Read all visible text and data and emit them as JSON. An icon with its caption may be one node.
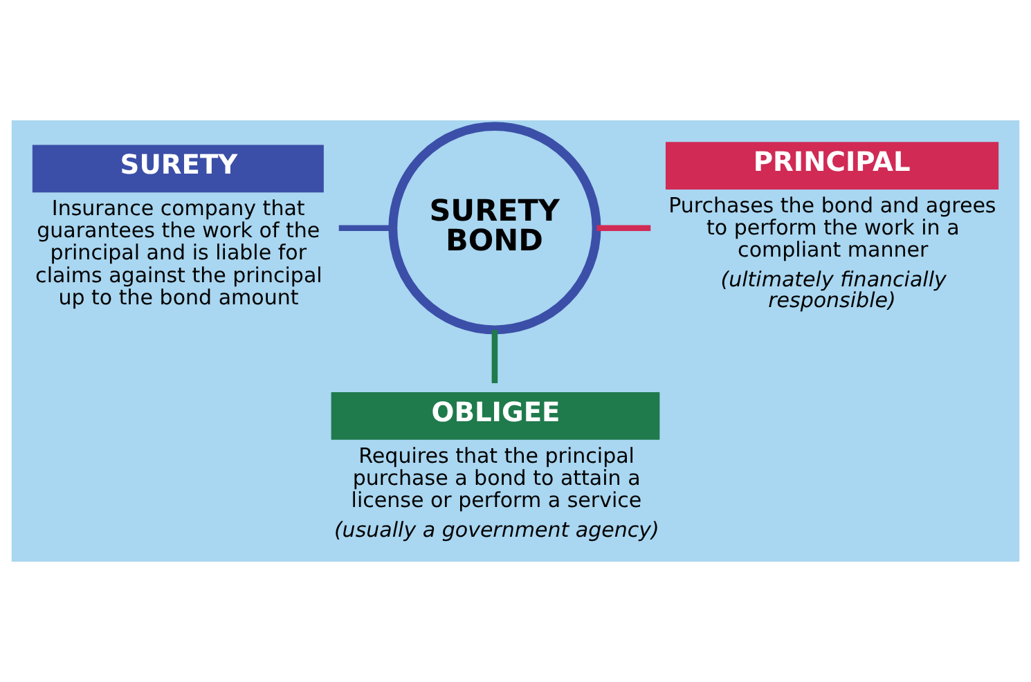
{
  "diagram": {
    "nodes": [
      {
        "text": [
          "SURETY BOND"
        ]
      },
      {
        "text": [
          "SURETY"
        ],
        "beside": [
          "Insurance company that guarantees the work of the principal and is liable for claims against the principal up to the bond amount"
        ]
      },
      {
        "text": [
          "PRINCIPAL"
        ],
        "beside": [
          "Purchases the bond and agrees to perform the work in a compliant manner",
          "(ultimately financially responsible)"
        ]
      },
      {
        "text": [
          "OBLIGEE"
        ],
        "beside": [
          "Requires that the principal purchase a bond to attain a license or perform a service",
          "(usually a government agency)"
        ]
      }
    ],
    "edges": [
      {
        "from": 0,
        "to": 1,
        "arrow": "none",
        "color": "#3b4fa8"
      },
      {
        "from": 0,
        "to": 2,
        "arrow": "none",
        "color": "#d02a55"
      },
      {
        "from": 0,
        "to": 3,
        "arrow": "none",
        "color": "#1f7a4c"
      }
    ]
  }
}
